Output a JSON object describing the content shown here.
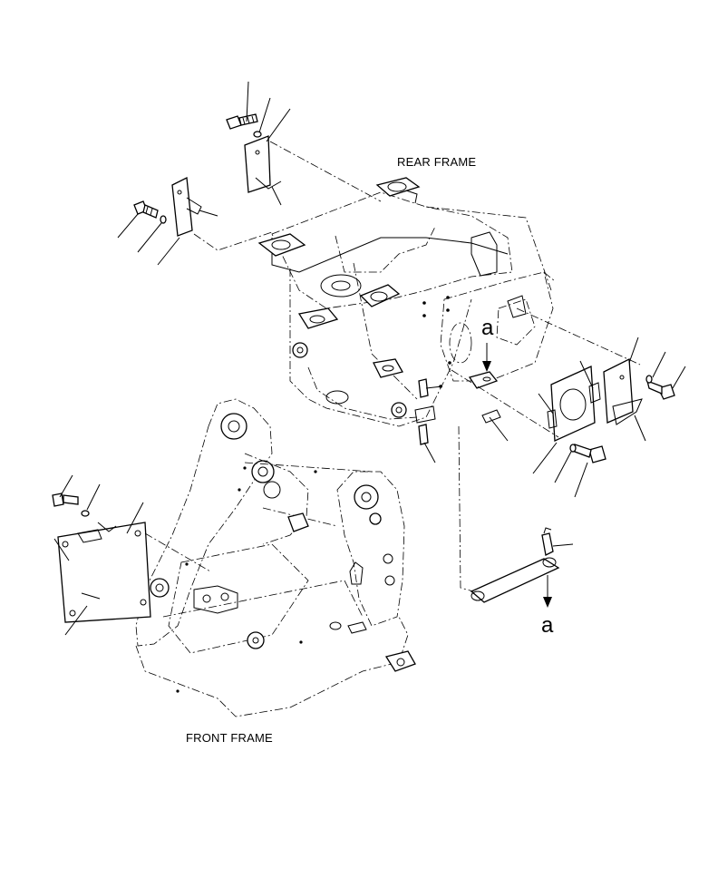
{
  "labels": {
    "rear_frame": "REAR FRAME",
    "front_frame": "FRONT FRAME"
  },
  "reference_marks": {
    "top": "a",
    "bottom": "a"
  }
}
